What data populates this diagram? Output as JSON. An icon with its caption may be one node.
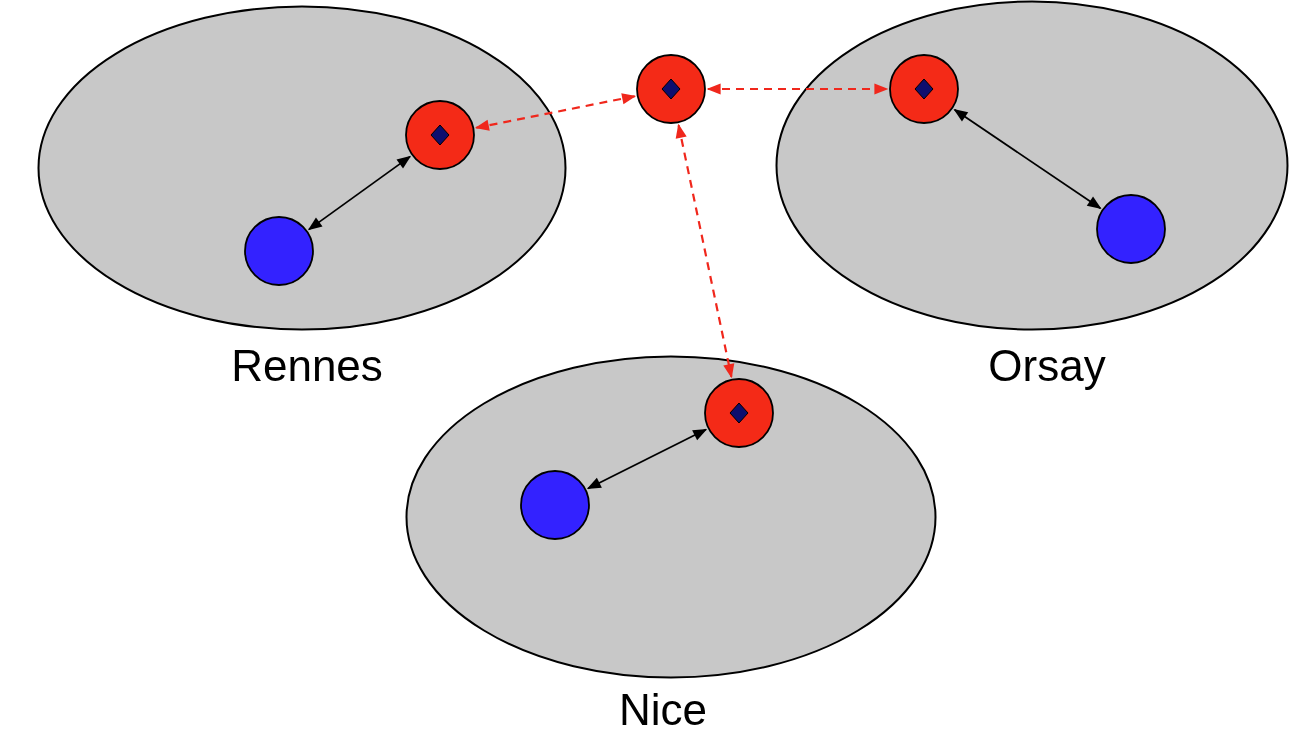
{
  "diagram": {
    "nodes": [
      {
        "text": [
          "Rennes"
        ]
      },
      {
        "text": [],
        "shape": "circle",
        "in": 0
      },
      {
        "text": [],
        "shape": "circle",
        "in": 0
      },
      {
        "text": [
          "Orsay"
        ]
      },
      {
        "text": [],
        "shape": "circle",
        "in": 3
      },
      {
        "text": [],
        "shape": "circle",
        "in": 3
      },
      {
        "text": [
          "Nice"
        ]
      },
      {
        "text": [],
        "shape": "circle",
        "in": 6
      },
      {
        "text": [],
        "shape": "circle",
        "in": 6
      },
      {
        "text": [],
        "shape": "circle"
      }
    ],
    "edges": [
      {
        "from": 1,
        "to": 2,
        "arrow": "both"
      },
      {
        "from": 4,
        "to": 5,
        "arrow": "both"
      },
      {
        "from": 7,
        "to": 8,
        "arrow": "both"
      },
      {
        "from": 9,
        "to": 1,
        "arrow": "both",
        "style": "dashed",
        "color": "#f0271c"
      },
      {
        "from": 9,
        "to": 4,
        "arrow": "both",
        "style": "dashed",
        "color": "#f0271c"
      },
      {
        "from": 9,
        "to": 7,
        "arrow": "both",
        "style": "dashed",
        "color": "#f0271c"
      }
    ]
  }
}
